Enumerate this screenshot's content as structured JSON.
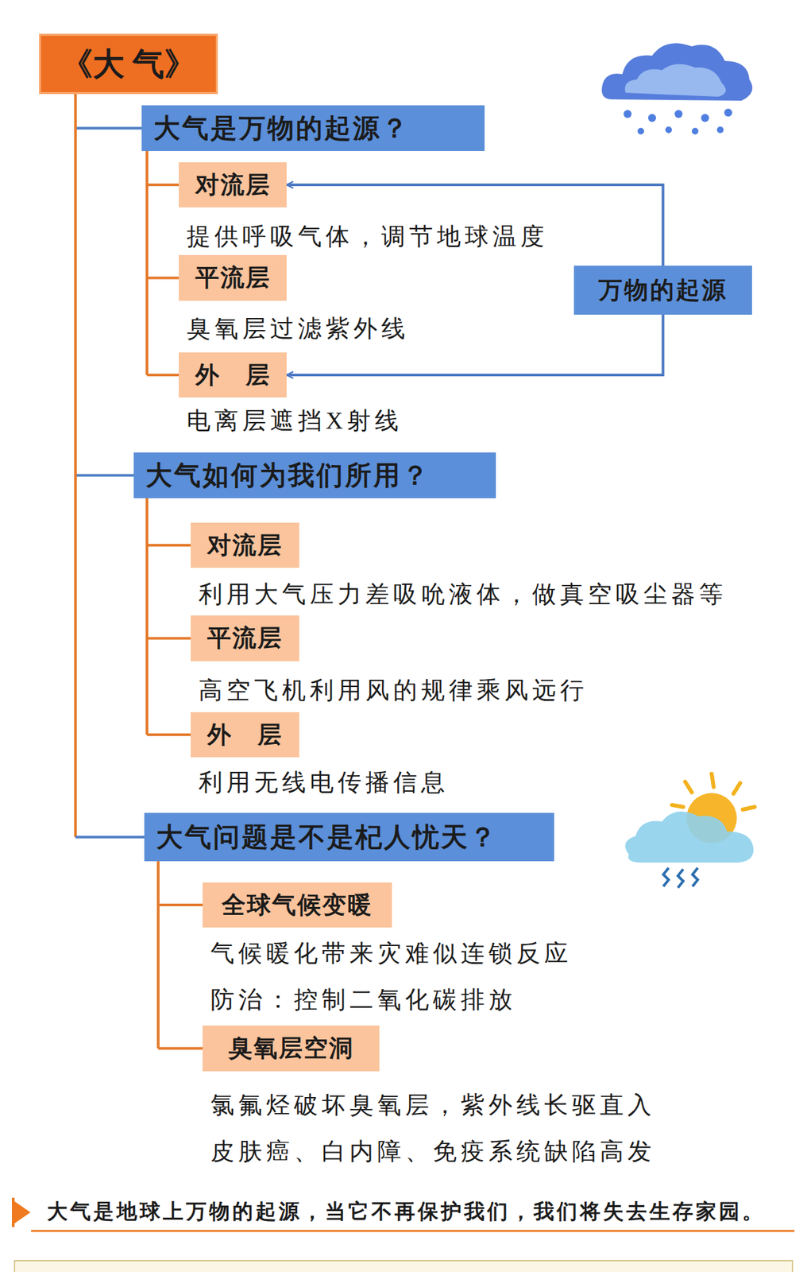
{
  "diagram": {
    "nodes": [
      {
        "text": [
          "《大 气》"
        ]
      },
      {
        "text": [
          "大气是万物的起源？"
        ]
      },
      {
        "text": [
          "对流层"
        ]
      },
      {
        "text": [
          "平流层"
        ]
      },
      {
        "text": [
          "外　层"
        ]
      },
      {
        "text": [
          "万物的起源"
        ]
      },
      {
        "text": [
          "大气如何为我们所用？"
        ]
      },
      {
        "text": [
          "对流层"
        ]
      },
      {
        "text": [
          "平流层"
        ]
      },
      {
        "text": [
          "外　层"
        ]
      },
      {
        "text": [
          "大气问题是不是杞人忧天？"
        ]
      },
      {
        "text": [
          "全球气候变暖"
        ]
      },
      {
        "text": [
          "臭氧层空洞"
        ]
      }
    ],
    "edges": [
      {
        "from": 0,
        "to": 1,
        "arrow": "none"
      },
      {
        "from": 0,
        "to": 6,
        "arrow": "none"
      },
      {
        "from": 0,
        "to": 10,
        "arrow": "none"
      },
      {
        "from": 1,
        "to": 2,
        "arrow": "none"
      },
      {
        "from": 1,
        "to": 3,
        "arrow": "none"
      },
      {
        "from": 1,
        "to": 4,
        "arrow": "none"
      },
      {
        "from": 5,
        "to": 2,
        "arrow": "to"
      },
      {
        "from": 5,
        "to": 4,
        "arrow": "to"
      },
      {
        "from": 6,
        "to": 7,
        "arrow": "none"
      },
      {
        "from": 6,
        "to": 8,
        "arrow": "none"
      },
      {
        "from": 6,
        "to": 9,
        "arrow": "none"
      },
      {
        "from": 10,
        "to": 11,
        "arrow": "none"
      },
      {
        "from": 10,
        "to": 12,
        "arrow": "none"
      }
    ],
    "labels": [
      "提供呼吸气体，调节地球温度",
      "臭氧层过滤紫外线",
      "电离层遮挡X射线",
      "利用大气压力差吸吮液体，做真空吸尘器等",
      "高空飞机利用风的规律乘风远行",
      "利用无线电传播信息",
      "气候暖化带来灾难似连锁反应",
      "防治：控制二氧化碳排放",
      "氯氟烃破坏臭氧层，紫外线长驱直入",
      "皮肤癌、白内障、免疫系统缺陷高发",
      "大气是地球上万物的起源，当它不再保护我们，我们将失去生存家园。"
    ]
  }
}
